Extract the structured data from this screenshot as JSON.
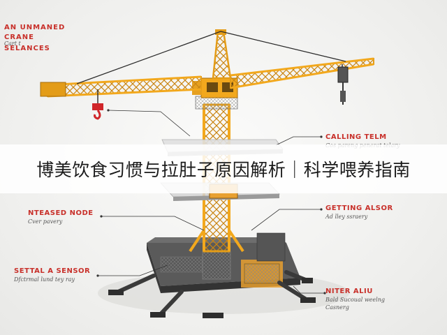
{
  "labels": {
    "top_left_line1": "AN UNMANED",
    "top_left_line2": "CRANE",
    "top_left_line3": "SELANCES",
    "top_left_sub": "Cart t",
    "calling": "CALLING TELM",
    "calling_sub": "Cos pareng penerat telary",
    "nteased": "NTEASED NODE",
    "nteased_sub": "Cver pavery",
    "getting": "GETTING ALSOR",
    "getting_sub": "Ad lley ssraery",
    "settal": "SETTAL A SENSOR",
    "settal_sub": "Dfctrmal lund tey ray",
    "niter": "NITER ALIU",
    "niter_sub1": "Bald Sucoual weelng",
    "niter_sub2": "Casnerg"
  },
  "banner": {
    "title": "博美饮食习惯与拉肚子原因解析｜科学喂养指南"
  },
  "colors": {
    "crane_yellow": "#f2a81d",
    "crane_dark": "#c98512",
    "label_red": "#c8302a",
    "hook_red": "#d0262a",
    "base_dark": "#4a4a4a",
    "banner_bg": "#ffffff"
  },
  "icons": [
    "crane-hook-icon",
    "counterweight-icon"
  ]
}
